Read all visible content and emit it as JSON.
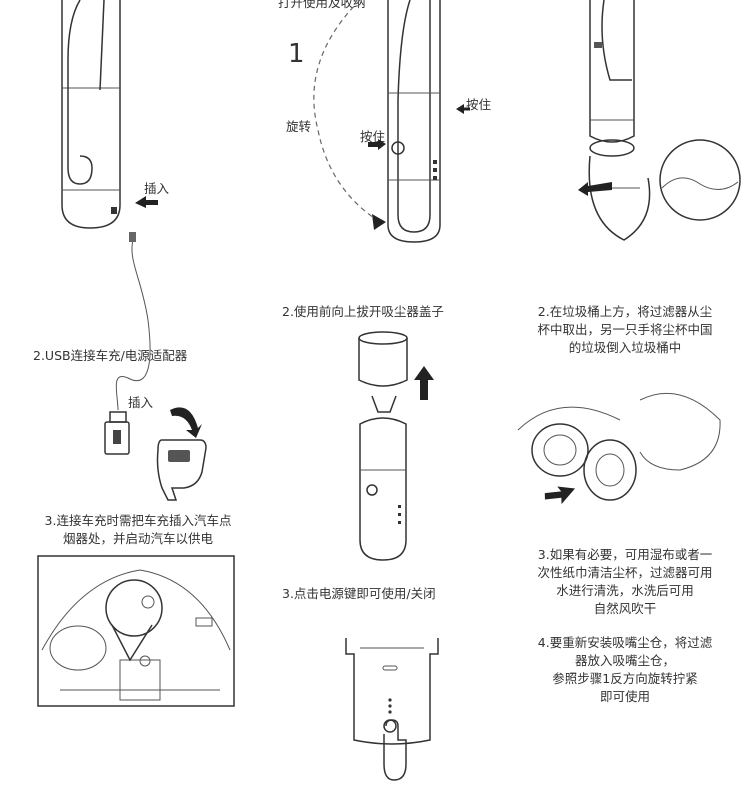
{
  "labels": {
    "top_cut": "打开使用及收纳",
    "step_number": "1",
    "rotate": "旋转",
    "press_hold_a": "按住",
    "press_hold_b": "按住",
    "insert_a": "插入",
    "insert_b": "插入"
  },
  "left_column": {
    "step2": "2.USB连接车充/电源适配器",
    "step3": [
      "3.连接车充时需把车充插入汽车点",
      "烟器处，并启动汽车以供电"
    ]
  },
  "middle_column": {
    "step2": "2.使用前向上拔开吸尘器盖子",
    "step3": "3.点击电源键即可使用/关闭"
  },
  "right_column": {
    "step2": [
      "2.在垃圾桶上方，将过滤器从尘",
      "杯中取出，另一只手将尘杯中国",
      "的垃圾倒入垃圾桶中"
    ],
    "step3": [
      "3.如果有必要，可用湿布或者一",
      "次性纸巾清洁尘杯，过滤器可用",
      "水进行清洗，水洗后可用",
      "自然风吹干"
    ],
    "step4": [
      "4.要重新安装吸嘴尘仓，将过滤",
      "器放入吸嘴尘仓，",
      "参照步骤1反方向旋转拧紧",
      "即可使用"
    ]
  }
}
